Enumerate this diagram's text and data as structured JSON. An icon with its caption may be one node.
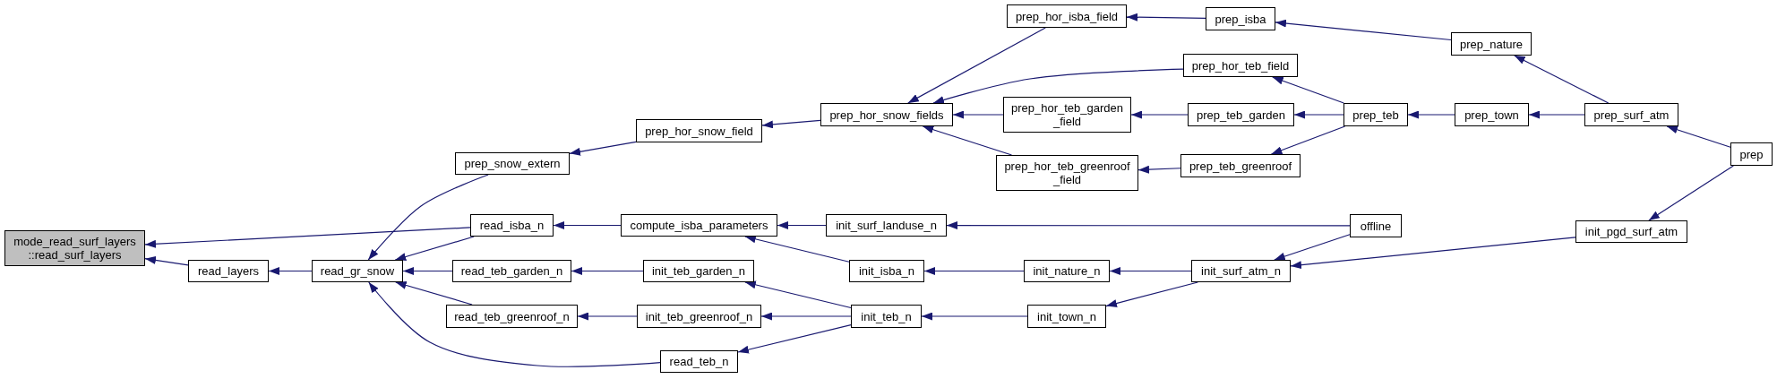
{
  "diagram": {
    "nodes": [
      {
        "text": [
          "mode_read_surf_layers ::read_surf_layers"
        ]
      },
      {
        "text": [
          "read_layers"
        ]
      },
      {
        "text": [
          "read_gr_snow"
        ]
      },
      {
        "text": [
          "prep_snow_extern"
        ]
      },
      {
        "text": [
          "read_isba_n"
        ]
      },
      {
        "text": [
          "read_teb_garden_n"
        ]
      },
      {
        "text": [
          "read_teb_greenroof_n"
        ]
      },
      {
        "text": [
          "read_teb_n"
        ]
      },
      {
        "text": [
          "prep_hor_snow_field"
        ]
      },
      {
        "text": [
          "compute_isba_parameters"
        ]
      },
      {
        "text": [
          "init_teb_garden_n"
        ]
      },
      {
        "text": [
          "init_teb_greenroof_n"
        ]
      },
      {
        "text": [
          "prep_hor_snow_fields"
        ]
      },
      {
        "text": [
          "init_surf_landuse_n"
        ]
      },
      {
        "text": [
          "init_isba_n"
        ]
      },
      {
        "text": [
          "init_teb_n"
        ]
      },
      {
        "text": [
          "prep_hor_isba_field"
        ]
      },
      {
        "text": [
          "prep_hor_teb_garden _field"
        ]
      },
      {
        "text": [
          "prep_hor_teb_greenroof _field"
        ]
      },
      {
        "text": [
          "init_nature_n"
        ]
      },
      {
        "text": [
          "init_town_n"
        ]
      },
      {
        "text": [
          "prep_isba"
        ]
      },
      {
        "text": [
          "prep_hor_teb_field"
        ]
      },
      {
        "text": [
          "prep_teb_garden"
        ]
      },
      {
        "text": [
          "prep_teb_greenroof"
        ]
      },
      {
        "text": [
          "offline"
        ]
      },
      {
        "text": [
          "init_surf_atm_n"
        ]
      },
      {
        "text": [
          "prep_teb"
        ]
      },
      {
        "text": [
          "prep_nature"
        ]
      },
      {
        "text": [
          "prep_town"
        ]
      },
      {
        "text": [
          "prep_surf_atm"
        ]
      },
      {
        "text": [
          "init_pgd_surf_atm"
        ]
      },
      {
        "text": [
          "prep"
        ]
      }
    ],
    "edges": [
      {
        "from": 4,
        "to": 0,
        "arrow": "to"
      },
      {
        "from": 1,
        "to": 0,
        "arrow": "to"
      },
      {
        "from": 2,
        "to": 1,
        "arrow": "to"
      },
      {
        "from": 3,
        "to": 2,
        "arrow": "to"
      },
      {
        "from": 4,
        "to": 2,
        "arrow": "to"
      },
      {
        "from": 5,
        "to": 2,
        "arrow": "to"
      },
      {
        "from": 6,
        "to": 2,
        "arrow": "to"
      },
      {
        "from": 7,
        "to": 2,
        "arrow": "to"
      },
      {
        "from": 8,
        "to": 3,
        "arrow": "to"
      },
      {
        "from": 9,
        "to": 4,
        "arrow": "to"
      },
      {
        "from": 10,
        "to": 5,
        "arrow": "to"
      },
      {
        "from": 11,
        "to": 6,
        "arrow": "to"
      },
      {
        "from": 15,
        "to": 7,
        "arrow": "to"
      },
      {
        "from": 12,
        "to": 8,
        "arrow": "to"
      },
      {
        "from": 13,
        "to": 9,
        "arrow": "to"
      },
      {
        "from": 14,
        "to": 9,
        "arrow": "to"
      },
      {
        "from": 15,
        "to": 10,
        "arrow": "to"
      },
      {
        "from": 15,
        "to": 11,
        "arrow": "to"
      },
      {
        "from": 16,
        "to": 12,
        "arrow": "to"
      },
      {
        "from": 22,
        "to": 12,
        "arrow": "to"
      },
      {
        "from": 17,
        "to": 12,
        "arrow": "to"
      },
      {
        "from": 18,
        "to": 12,
        "arrow": "to"
      },
      {
        "from": 21,
        "to": 16,
        "arrow": "to"
      },
      {
        "from": 27,
        "to": 22,
        "arrow": "to"
      },
      {
        "from": 23,
        "to": 17,
        "arrow": "to"
      },
      {
        "from": 24,
        "to": 18,
        "arrow": "to"
      },
      {
        "from": 25,
        "to": 13,
        "arrow": "to"
      },
      {
        "from": 19,
        "to": 14,
        "arrow": "to"
      },
      {
        "from": 20,
        "to": 15,
        "arrow": "to"
      },
      {
        "from": 26,
        "to": 19,
        "arrow": "to"
      },
      {
        "from": 26,
        "to": 20,
        "arrow": "to"
      },
      {
        "from": 28,
        "to": 21,
        "arrow": "to"
      },
      {
        "from": 27,
        "to": 23,
        "arrow": "to"
      },
      {
        "from": 27,
        "to": 24,
        "arrow": "to"
      },
      {
        "from": 29,
        "to": 27,
        "arrow": "to"
      },
      {
        "from": 30,
        "to": 28,
        "arrow": "to"
      },
      {
        "from": 30,
        "to": 29,
        "arrow": "to"
      },
      {
        "from": 32,
        "to": 30,
        "arrow": "to"
      },
      {
        "from": 32,
        "to": 31,
        "arrow": "to"
      },
      {
        "from": 25,
        "to": 26,
        "arrow": "to"
      },
      {
        "from": 31,
        "to": 26,
        "arrow": "to"
      }
    ]
  }
}
